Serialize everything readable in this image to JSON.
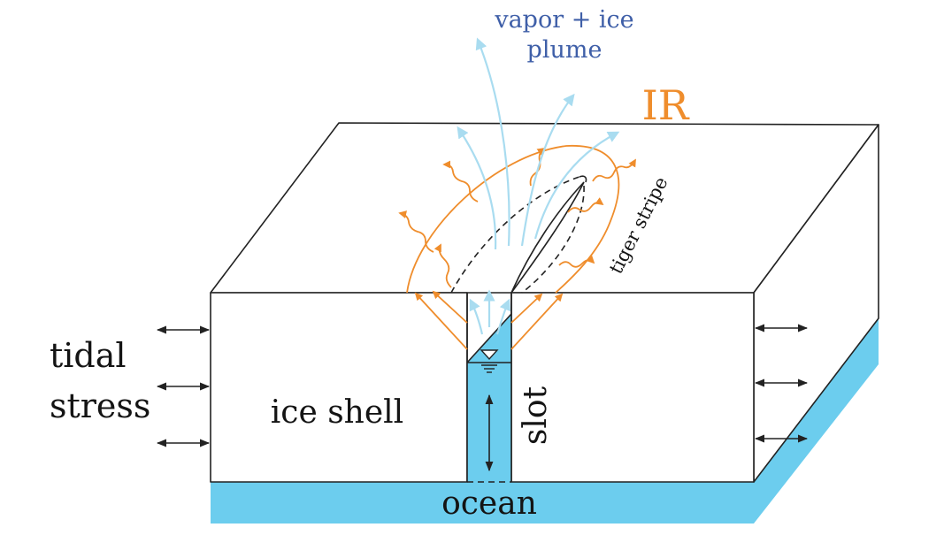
{
  "labels": {
    "plume_line1": "vapor + ice",
    "plume_line2": "plume",
    "ir": "IR",
    "tiger_stripe": "tiger stripe",
    "tidal_line1": "tidal",
    "tidal_line2": "stress",
    "ice_shell": "ice shell",
    "slot": "slot",
    "ocean": "ocean"
  },
  "colors": {
    "ocean": "#6ccdee",
    "plume": "#a9dcf0",
    "ir": "#ef8d2c",
    "outline": "#222222",
    "plume_text": "#3f5fa8"
  }
}
